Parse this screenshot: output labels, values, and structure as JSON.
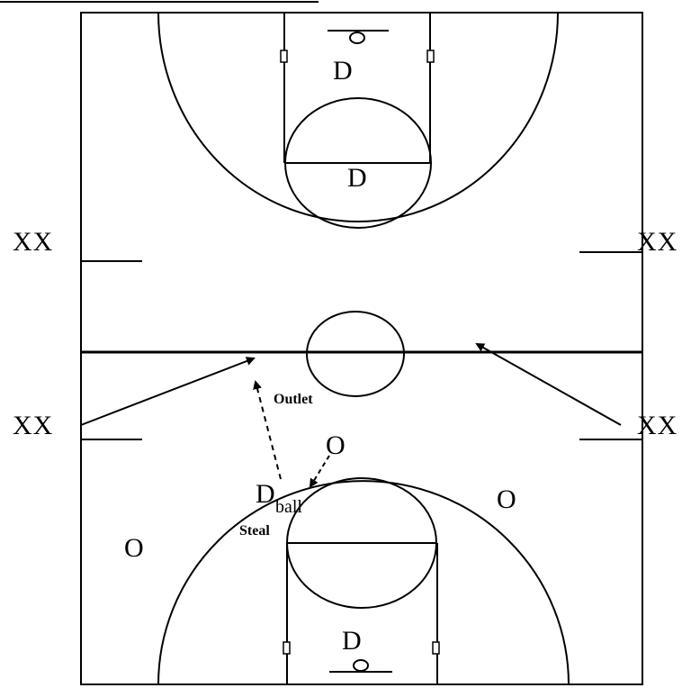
{
  "diagram": {
    "players": {
      "top_defender_lane": "D",
      "top_defender_circle": "D",
      "bottom_defender_lane": "D",
      "ball_defender_main": "D",
      "ball_defender_sub": "ball",
      "offense_top_key": "O",
      "offense_right_wing": "O",
      "offense_left_corner": "O"
    },
    "lines": {
      "xx_upper_left": "XX",
      "xx_upper_right": "XX",
      "xx_lower_left": "XX",
      "xx_lower_right": "XX"
    },
    "annotations": {
      "outlet": "Outlet",
      "steal": "Steal"
    },
    "colors": {
      "line": "#000000",
      "background": "#ffffff"
    }
  }
}
